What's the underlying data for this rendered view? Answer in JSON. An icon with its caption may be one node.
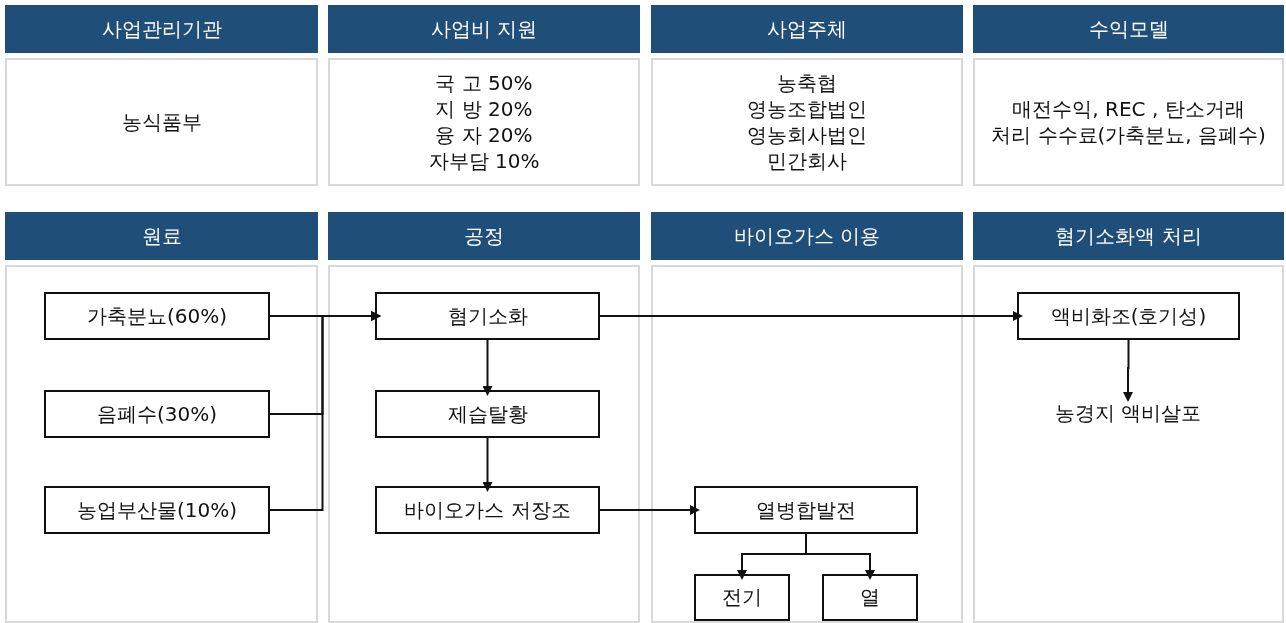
{
  "diagram": {
    "nodes": [
      {
        "text": [
          "사업관리기관",
          "농식품부"
        ]
      },
      {
        "text": [
          "사업비 지원",
          "국 고 50%",
          "지 방 20%",
          "융 자 20%",
          "자부담 10%"
        ]
      },
      {
        "text": [
          "사업주체",
          "농축협",
          "영농조합법인",
          "영농회사법인",
          "민간회사"
        ]
      },
      {
        "text": [
          "수익모델",
          "매전수익, REC , 탄소거래",
          "처리 수수료(가축분뇨, 음폐수)"
        ]
      },
      {
        "text": [
          "원료"
        ]
      },
      {
        "text": [
          "가축분뇨(60%)"
        ],
        "in": 4
      },
      {
        "text": [
          "음폐수(30%)"
        ],
        "in": 4
      },
      {
        "text": [
          "농업부산물(10%)"
        ],
        "in": 4
      },
      {
        "text": [
          "공정"
        ]
      },
      {
        "text": [
          "혐기소화"
        ],
        "in": 8
      },
      {
        "text": [
          "제습탈황"
        ],
        "in": 8
      },
      {
        "text": [
          "바이오가스 저장조"
        ],
        "in": 8
      },
      {
        "text": [
          "바이오가스 이용"
        ]
      },
      {
        "text": [
          "열병합발전"
        ],
        "in": 12
      },
      {
        "text": [
          "전기"
        ],
        "in": 12
      },
      {
        "text": [
          "열"
        ],
        "in": 12
      },
      {
        "text": [
          "혐기소화액 처리"
        ]
      },
      {
        "text": [
          "액비화조(호기성)"
        ],
        "in": 16
      },
      {
        "text": [
          "농경지 액비살포"
        ],
        "in": 16
      }
    ],
    "edges": [
      {
        "from": 5,
        "to": 9,
        "arrow": "to"
      },
      {
        "from": 6,
        "to": 9,
        "arrow": "to"
      },
      {
        "from": 7,
        "to": 9,
        "arrow": "to"
      },
      {
        "from": 9,
        "to": 10,
        "arrow": "to"
      },
      {
        "from": 10,
        "to": 11,
        "arrow": "to"
      },
      {
        "from": 11,
        "to": 13,
        "arrow": "to"
      },
      {
        "from": 13,
        "to": 14,
        "arrow": "to"
      },
      {
        "from": 13,
        "to": 15,
        "arrow": "to"
      },
      {
        "from": 9,
        "to": 17,
        "arrow": "to"
      },
      {
        "from": 17,
        "to": 18,
        "arrow": "to"
      }
    ]
  }
}
